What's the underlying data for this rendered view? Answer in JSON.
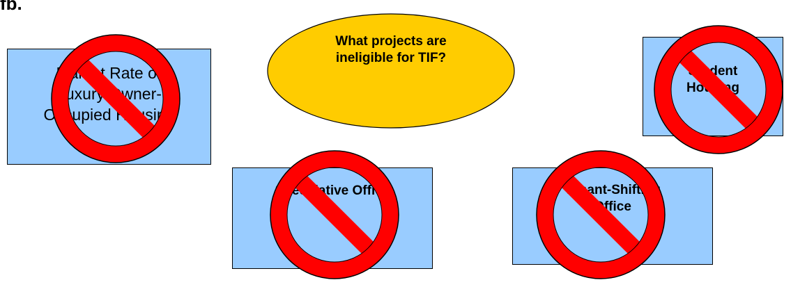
{
  "corner_label": "fb.",
  "question": {
    "text": "What projects are\nineligible for TIF?"
  },
  "boxes": [
    {
      "id": "market",
      "text": "Market Rate or\nLuxury Owner-\nOccupied Housing"
    },
    {
      "id": "student",
      "text": "Student\nHousing"
    },
    {
      "id": "spec",
      "text": "Speculative Office"
    },
    {
      "id": "tenant",
      "text": "Tenant-Shifting\nOffice"
    }
  ],
  "colors": {
    "box_fill": "#99ccff",
    "ellipse_fill": "#ffcc00",
    "prohibition_red": "#ff0000",
    "outline": "#000000"
  },
  "icons": [
    "no-symbol-icon"
  ]
}
